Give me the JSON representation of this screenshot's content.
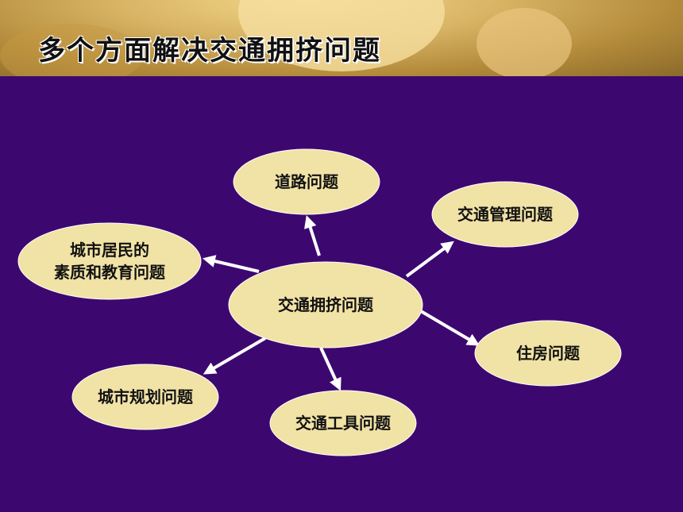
{
  "title": "多个方面解决交通拥挤问题",
  "colors": {
    "background": "#3c0870",
    "node_fill": "#f1e2a6",
    "arrow": "#ffffff"
  },
  "diagram": {
    "center": "交通拥挤问题",
    "nodes": [
      {
        "id": "road",
        "lines": [
          "道路问题"
        ]
      },
      {
        "id": "traffic-management",
        "lines": [
          "交通管理问题"
        ]
      },
      {
        "id": "citizens",
        "lines": [
          "城市居民的",
          "素质和教育问题"
        ]
      },
      {
        "id": "housing",
        "lines": [
          "住房问题"
        ]
      },
      {
        "id": "urban-planning",
        "lines": [
          "城市规划问题"
        ]
      },
      {
        "id": "vehicles",
        "lines": [
          "交通工具问题"
        ]
      }
    ]
  }
}
